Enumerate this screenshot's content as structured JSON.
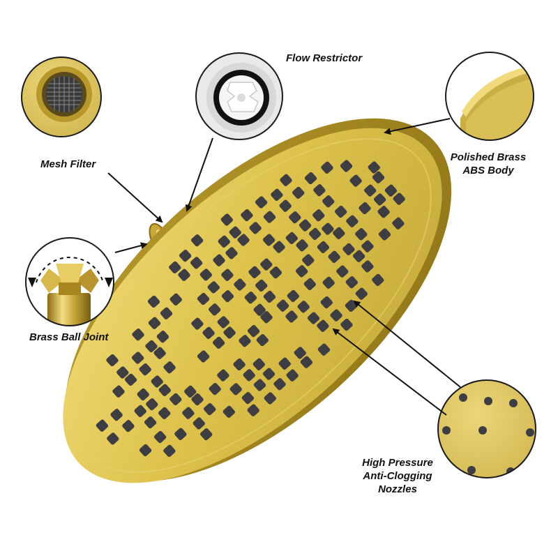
{
  "labels": {
    "flow_restrictor": "Flow Restrictor",
    "mesh_filter": "Mesh Filter",
    "polished_brass": [
      "Polished Brass",
      "ABS Body"
    ],
    "ball_joint": "Brass Ball Joint",
    "nozzles": [
      "High Pressure",
      "Anti-Clogging",
      "Nozzles"
    ]
  },
  "colors": {
    "brass": "#dcc24e",
    "brass_dark": "#b8982a",
    "nozzle": "#3e3e42",
    "arrow": "#111111",
    "callout_border": "#1a1a1a"
  }
}
